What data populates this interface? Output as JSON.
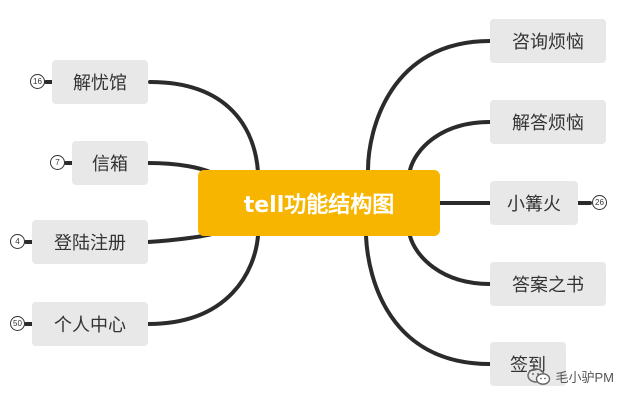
{
  "center": {
    "label": "tell功能结构图"
  },
  "left_nodes": [
    {
      "label": "解忧馆",
      "badge": "16"
    },
    {
      "label": "信箱",
      "badge": "7"
    },
    {
      "label": "登陆注册",
      "badge": "4"
    },
    {
      "label": "个人中心",
      "badge": "50"
    }
  ],
  "right_nodes": [
    {
      "label": "咨询烦恼"
    },
    {
      "label": "解答烦恼"
    },
    {
      "label": "小篝火",
      "badge": "26"
    },
    {
      "label": "答案之书"
    },
    {
      "label": "签到"
    }
  ],
  "watermark": {
    "text": "毛小驴PM",
    "icon": "wechat-icon"
  },
  "colors": {
    "center": "#f7b500",
    "node": "#e8e8e8",
    "link": "#2b2b2b"
  }
}
